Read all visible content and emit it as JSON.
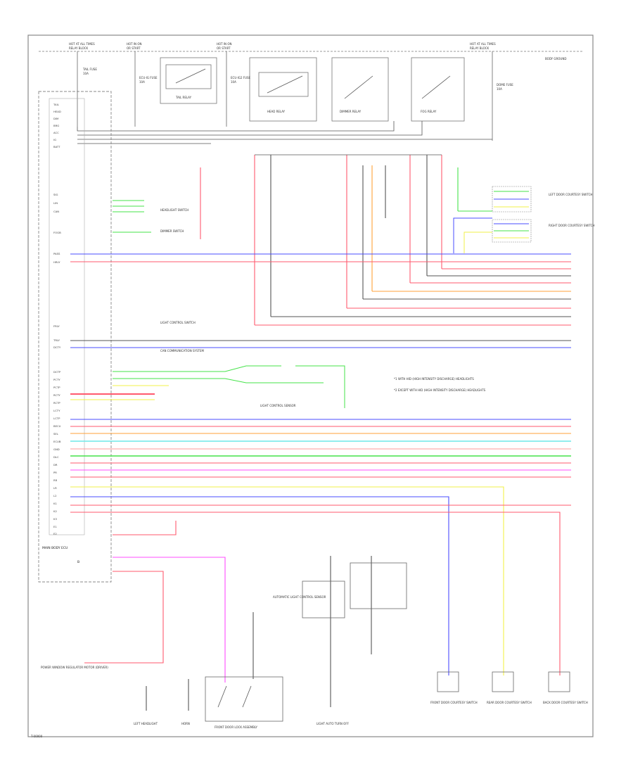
{
  "diagram": {
    "id_code": "T-00000",
    "notes": [
      "*1 WITH HID (HIGH INTENSITY DISCHARGE) HEADLIGHTS",
      "*2 EXCEPT WITH HID (HIGH INTENSITY DISCHARGE) HEADLIGHTS"
    ],
    "top_connectors": [
      {
        "label": "HOT AT ALL TIMES",
        "sub": "RELAY BLOCK"
      },
      {
        "label": "HOT IN ON",
        "sub": "OR START"
      },
      {
        "label": "HOT IN ON",
        "sub": "OR START"
      },
      {
        "label": "HOT AT ALL TIMES",
        "sub": "RELAY BLOCK"
      }
    ],
    "fuses": [
      {
        "label": "TAIL FUSE",
        "rating": "10A"
      },
      {
        "label": "ECU-IG FUSE",
        "rating": "10A"
      },
      {
        "label": "ECU-IG2 FUSE",
        "rating": "10A"
      },
      {
        "label": "DOME FUSE",
        "rating": "10A"
      }
    ],
    "relays": [
      {
        "label": "TAIL RELAY"
      },
      {
        "label": "HEAD RELAY"
      },
      {
        "label": "DIMMER RELAY"
      },
      {
        "label": "FOG RELAY"
      }
    ],
    "ground_label": "BODY GROUND",
    "main_module": {
      "label": "MAIN BODY ECU",
      "sub": "B"
    },
    "left_pins": [
      "TAIL",
      "HEAD",
      "DIM",
      "BRG",
      "ACC",
      "IG",
      "BATT",
      "SIG",
      "LIN",
      "CAN",
      "FOGB",
      "PASS",
      "HRLY",
      "FRLY",
      "TRLY",
      "DCTY",
      "DCTP",
      "PCTY",
      "PCTP",
      "RCTY",
      "RCTP",
      "LCTY",
      "LCTP",
      "BECU",
      "SEL",
      "ECUB",
      "GND",
      "DLC",
      "DR",
      "PR",
      "RR",
      "LR",
      "L2",
      "K1",
      "K2",
      "K3",
      "E1",
      "E2"
    ],
    "mid_connectors": [
      {
        "label": "HEADLIGHT SWITCH"
      },
      {
        "label": "DIMMER SWITCH"
      },
      {
        "label": "LIGHT CONTROL SWITCH"
      },
      {
        "label": "CAN COMMUNICATION SYSTEM"
      }
    ],
    "wire_colors": [
      "B-W",
      "R",
      "L",
      "G",
      "Y",
      "W",
      "V",
      "P",
      "GR",
      "SB",
      "LG",
      "O",
      "BR"
    ],
    "right_connectors": [
      {
        "label": "LEFT DOOR COURTESY SWITCH"
      },
      {
        "label": "RIGHT DOOR COURTESY SWITCH"
      }
    ],
    "bottom_components": [
      {
        "label": "POWER WINDOW REGULATOR MOTOR (DRIVER)"
      },
      {
        "label": "LEFT HEADLIGHT"
      },
      {
        "label": "HORN"
      },
      {
        "label": "FRONT DOOR LOCK ASSEMBLY"
      },
      {
        "label": "LIGHT AUTO TURN OFF"
      },
      {
        "label": "FRONT DOOR COURTESY SWITCH"
      },
      {
        "label": "REAR DOOR COURTESY SWITCH"
      },
      {
        "label": "BACK DOOR COURTESY SWITCH"
      }
    ],
    "sensors": [
      {
        "label": "AUTOMATIC LIGHT CONTROL SENSOR"
      },
      {
        "label": "LIGHT CONTROL SENSOR"
      }
    ],
    "colors": {
      "red": "#ff5a6e",
      "blue": "#4a4cff",
      "green": "#45e34a",
      "yellow": "#f2f04a",
      "magenta": "#ff4cff",
      "pink": "#ff9a9a",
      "orange": "#ffa23a",
      "cyan": "#6fe9e9",
      "dark": "#333333"
    }
  }
}
